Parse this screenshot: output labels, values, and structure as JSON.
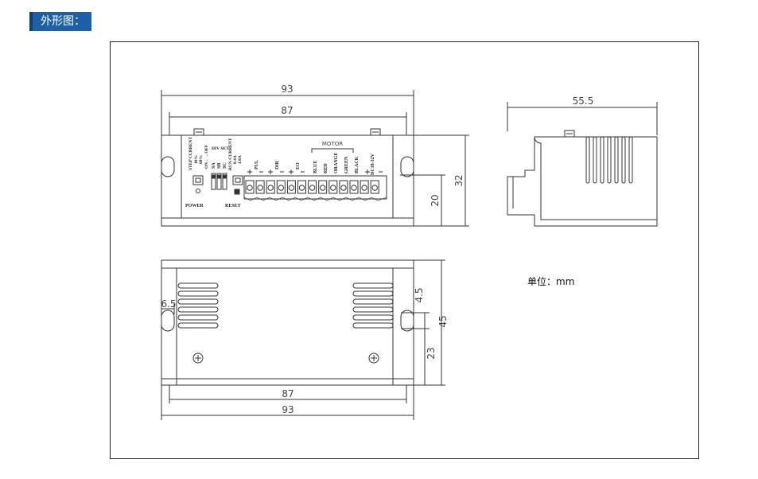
{
  "heading": "外形图：",
  "front_view": {
    "dim_width_overall": "93",
    "dim_width_inner": "87",
    "dim_height_body": "20",
    "dim_height_overall": "32",
    "power_label": "POWER",
    "reset_label": "RESET",
    "motor_group_label": "MOTOR",
    "step_current_label": "STEP CURRENT",
    "step_current_options": [
      "10%",
      "60%"
    ],
    "on_off_label": "ON←→OFF",
    "div_set_label": "DIV SET",
    "div_switches": [
      "SA",
      "SB",
      "SC"
    ],
    "run_current_label": "RUN CURRENT",
    "run_current_options": [
      "0.4A",
      "1.8A"
    ],
    "terminals": [
      "PUL",
      "DIR",
      "EO",
      "BLUE",
      "RED",
      "ORANGE",
      "GREEN",
      "BLACK",
      "DC18-32V"
    ]
  },
  "side_view": {
    "dim_depth": "55.5"
  },
  "top_view": {
    "dim_inner": "87",
    "dim_overall": "93",
    "dim_slot": "6.5",
    "dim_slot_offset": "4.5",
    "dim_mount_pitch": "23",
    "dim_height": "45"
  },
  "unit_note": "单位：mm"
}
